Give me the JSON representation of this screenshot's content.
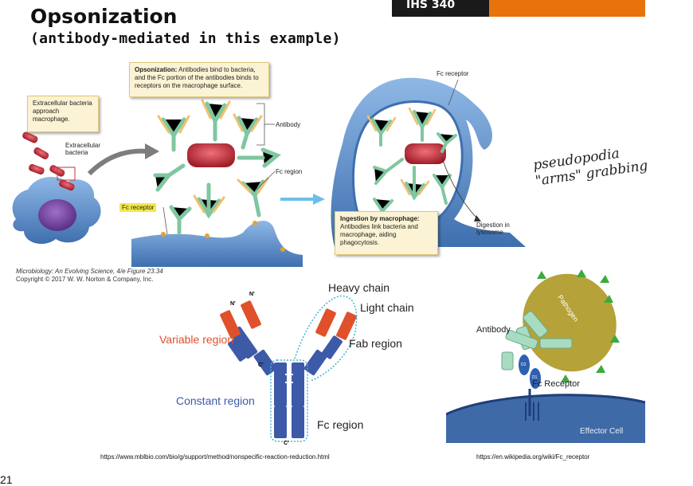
{
  "slide": {
    "title": "Opsonization",
    "subtitle": "(antibody-mediated in this example)",
    "course_badge": "IHS 340",
    "page_number": "21"
  },
  "top_figure": {
    "callout_opsonization_bold": "Opsonization:",
    "callout_opsonization_text": "Antibodies bind to bacteria, and the Fc portion of the antibodies binds to receptors on the macrophage surface.",
    "callout_extracellular": "Extracellular bacteria approach macrophage.",
    "label_extracellular_bacteria": "Extracellular bacteria",
    "label_antibody": "Antibody",
    "label_fc_region": "Fc region",
    "label_fc_receptor_left": "Fc receptor",
    "label_fc_receptor_right": "Fc receptor",
    "callout_ingestion_bold": "Ingestion by macrophage:",
    "callout_ingestion_text": "Antibodies link bacteria and macrophage, aiding phagocytosis.",
    "label_digestion": "Digestion in lysosome",
    "caption_line1": "Microbiology: An Evolving Science, 4/e  Figure 23.34",
    "caption_line2": "Copyright © 2017 W. W. Norton & Company, Inc."
  },
  "handwritten_note": {
    "line1": "pseudopodia",
    "line2": "\"arms\" grabbing"
  },
  "antibody_diagram": {
    "heavy_chain": "Heavy chain",
    "light_chain": "Light chain",
    "variable_region": "Variable region",
    "fab_region": "Fab region",
    "constant_region": "Constant region",
    "fc_region": "Fc region",
    "n_left": "N'",
    "n_right": "N'",
    "c_mark": "C'",
    "c_bottom": "C'",
    "source_url": "https://www.mblbio.com/bio/g/support/method/nonspecific-reaction-reduction.html"
  },
  "fc_receptor_diagram": {
    "pathogen": "Pathogen",
    "antibody": "Antibody",
    "fc_receptor": "Fc Receptor",
    "effector_cell": "Effector Cell",
    "d2": "D2",
    "d1": "D1",
    "source_url": "https://en.wikipedia.org/wiki/Fc_receptor"
  },
  "colors": {
    "banner_orange": "#e8730c",
    "variable_region": "#e0502a",
    "constant_region": "#3d5aa8",
    "antibody_green": "#7fc7a0",
    "bacteria_red": "#c8323c",
    "macrophage_blue": "#5c8fc8",
    "pathogen_olive": "#b5a238"
  }
}
